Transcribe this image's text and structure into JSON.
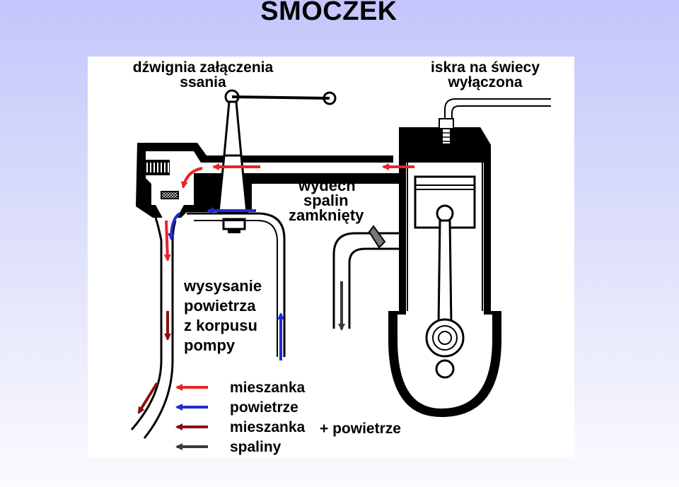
{
  "slide": {
    "title": "SMOCZEK"
  },
  "labels": {
    "lever_line1": "dźwignia załączenia",
    "lever_line2": "ssania",
    "spark_line1": "iskra na świecy",
    "spark_line2": "wyłączona",
    "exhaust_line1": "wydech",
    "exhaust_line2": "spalin",
    "exhaust_line3": "zamknięty",
    "suction_line1": "wysysanie",
    "suction_line2": "powietrza",
    "suction_line3": "z korpusu",
    "suction_line4": "pompy"
  },
  "legend": {
    "items": [
      {
        "label": "mieszanka",
        "color": "#e8242a"
      },
      {
        "label": "powietrze",
        "color": "#1f2bd0"
      },
      {
        "label": "mieszanka",
        "suffix": "+ powietrze",
        "color": "#8a0f14"
      },
      {
        "label": "spaliny",
        "color": "#3a3a3a"
      }
    ]
  },
  "colors": {
    "mixture": "#e8242a",
    "air": "#1f2bd0",
    "mixture_air": "#8a0f14",
    "exhaust": "#3a3a3a",
    "metal": "#000000"
  }
}
